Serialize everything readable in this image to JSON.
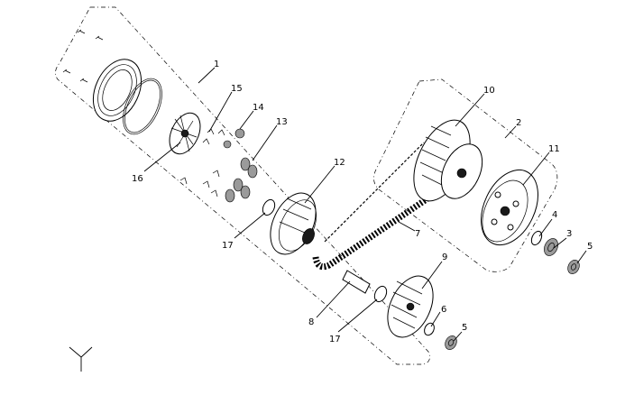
{
  "labels": {
    "l1": "1",
    "l2": "2",
    "l3": "3",
    "l4": "4",
    "l5a": "5",
    "l5b": "5",
    "l6": "6",
    "l7": "7",
    "l8": "8",
    "l9": "9",
    "l10": "10",
    "l11": "11",
    "l12": "12",
    "l13": "13",
    "l14": "14",
    "l15": "15",
    "l16": "16",
    "l17a": "17",
    "l17b": "17"
  },
  "icons": {
    "axis": "axis-tripod-icon"
  }
}
